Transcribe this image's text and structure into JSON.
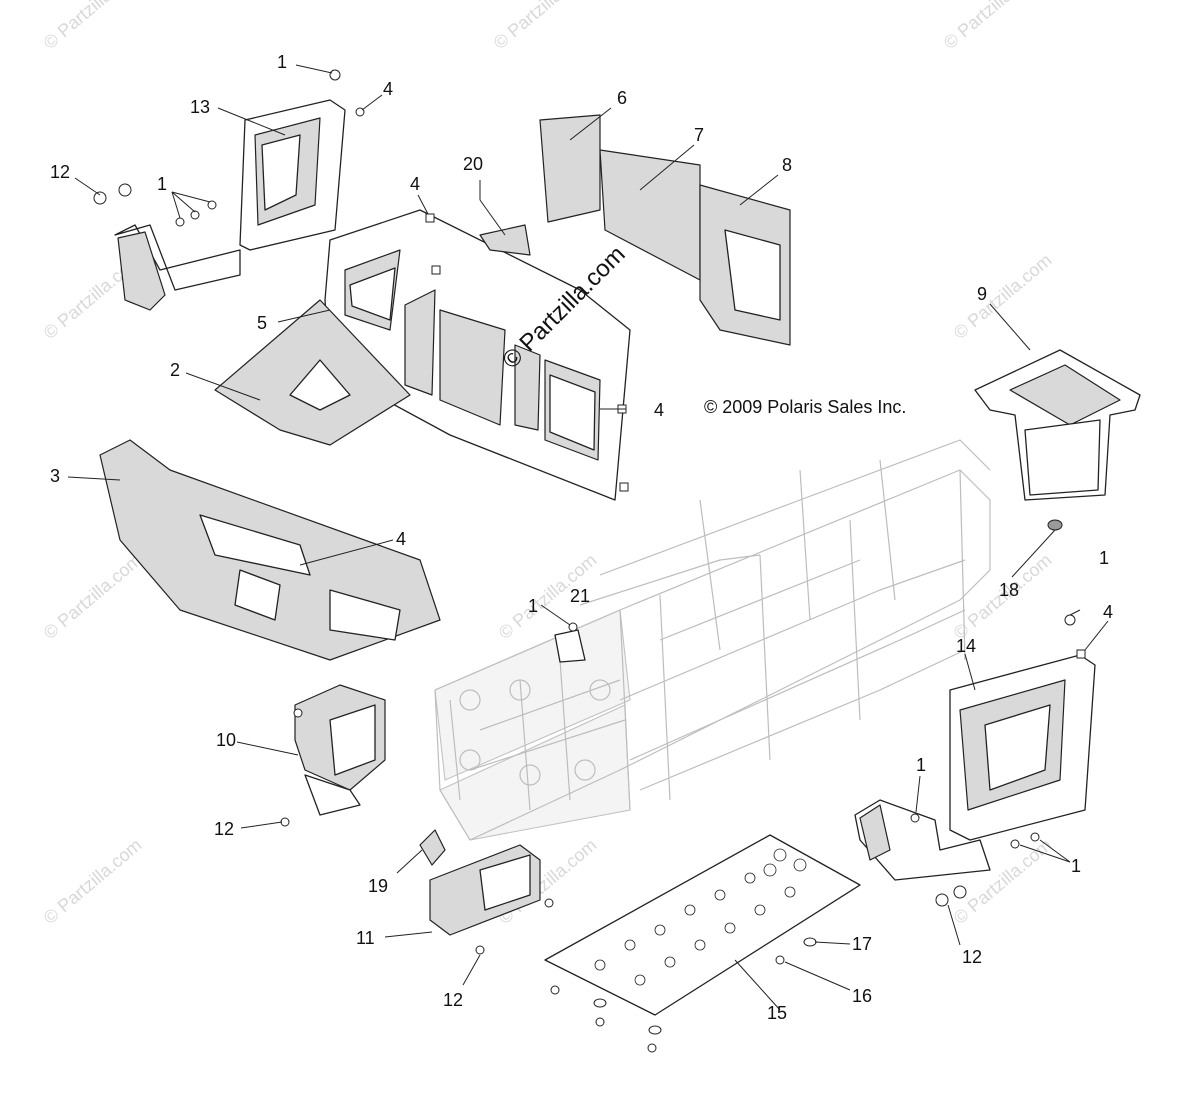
{
  "copyright": "© 2009 Polaris Sales Inc.",
  "watermark_center": "© Partzilla.com",
  "watermark_repeat": "© Partzilla.com",
  "callouts": {
    "c1a": "1",
    "c4a": "4",
    "c13": "13",
    "c12a": "12",
    "c1b": "1",
    "c20": "20",
    "c6": "6",
    "c7": "7",
    "c8": "8",
    "c4b": "4",
    "c5": "5",
    "c9": "9",
    "c2": "2",
    "c4c": "4",
    "c3": "3",
    "c4d": "4",
    "c1c": "1",
    "c21": "21",
    "c18": "18",
    "c1d": "1",
    "c4e": "4",
    "c14": "14",
    "c10": "10",
    "c12b": "12",
    "c19": "19",
    "c1e": "1",
    "c1f": "1",
    "c11": "11",
    "c17": "17",
    "c12c": "12",
    "c16": "16",
    "c15": "15",
    "c12d": "12"
  }
}
